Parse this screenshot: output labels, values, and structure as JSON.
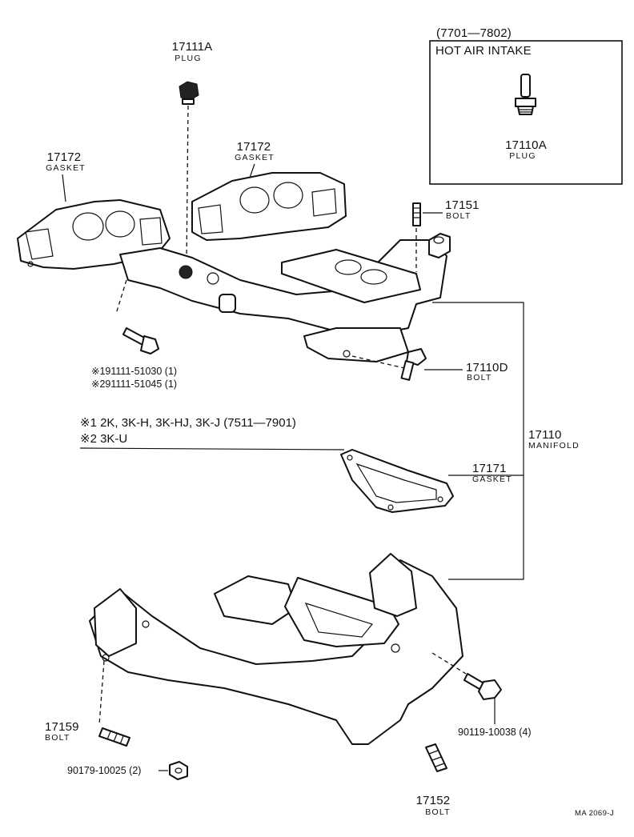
{
  "inset": {
    "range": "(7701—7802)",
    "title": "HOT AIR INTAKE",
    "part_number": "17110A",
    "part_name": "PLUG"
  },
  "parts": {
    "plug_top": {
      "number": "17111A",
      "name": "PLUG"
    },
    "gasket_left": {
      "number": "17172",
      "name": "GASKET"
    },
    "gasket_center": {
      "number": "17172",
      "name": "GASKET"
    },
    "bolt_17151": {
      "number": "17151",
      "name": "BOLT"
    },
    "bolt_note_1": "※191111-51030 (1)",
    "bolt_note_2": "※291111-51045 (1)",
    "bolt_17110d": {
      "number": "17110D",
      "name": "BOLT"
    },
    "manifold": {
      "number": "17110",
      "name": "MANIFOLD"
    },
    "gasket_17171": {
      "number": "17171",
      "name": "GASKET"
    },
    "bolt_17159": {
      "number": "17159",
      "name": "BOLT"
    },
    "nut_90179": "90179-10025 (2)",
    "bolt_90119": "90119-10038 (4)",
    "bolt_17152": {
      "number": "17152",
      "name": "BOLT"
    }
  },
  "notes": {
    "note_1": "※1 2K, 3K-H, 3K-HJ, 3K-J (7511—7901)",
    "note_2": "※2 3K-U"
  },
  "code": "MA 2069-J"
}
